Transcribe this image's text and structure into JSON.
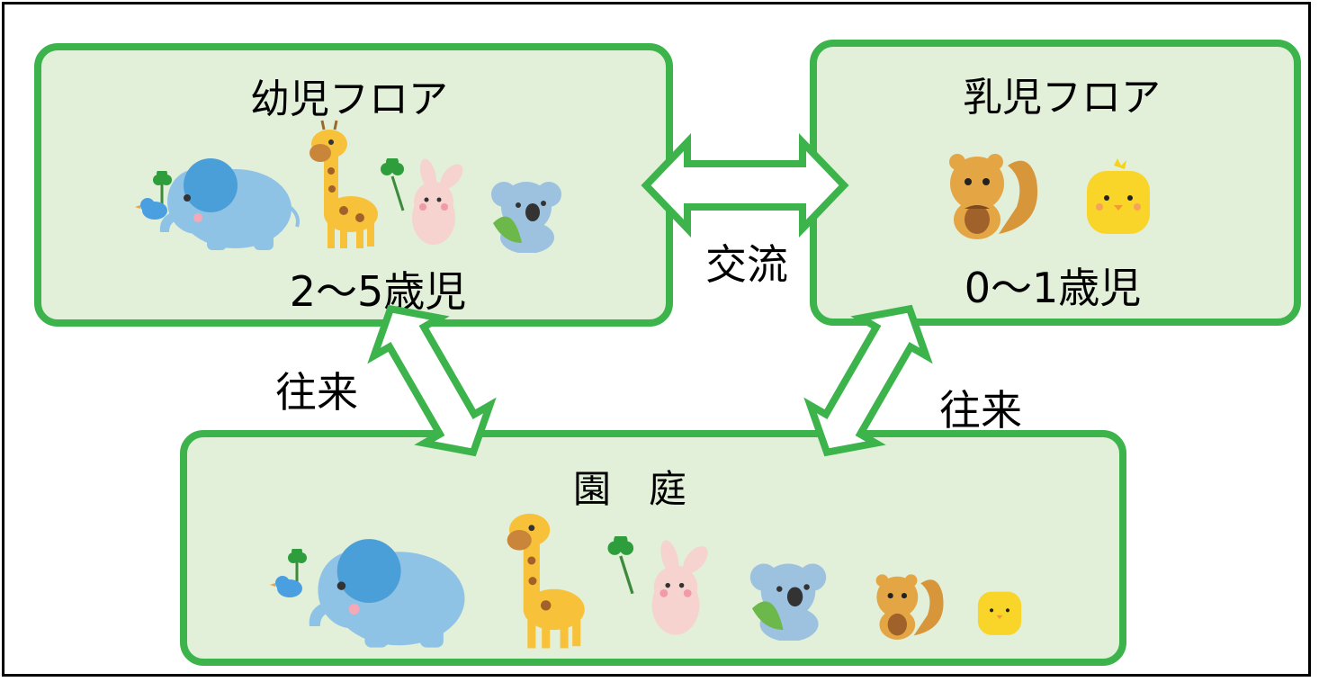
{
  "diagram": {
    "toddler_floor": {
      "title": "幼児フロア",
      "age": "2～5歳児"
    },
    "infant_floor": {
      "title": "乳児フロア",
      "age": "0～1歳児"
    },
    "garden": {
      "title": "園　庭"
    },
    "exchange_label": "交流",
    "go_back_left": "往来",
    "go_back_right": "往来",
    "colors": {
      "border": "#3cb44b",
      "fill": "#e2efd9",
      "arrow_fill": "#ffffff"
    },
    "illustrations": [
      "bluebird-icon",
      "elephant-icon",
      "giraffe-icon",
      "clover-icon",
      "rabbit-icon",
      "koala-icon",
      "squirrel-icon",
      "chick-icon"
    ]
  }
}
